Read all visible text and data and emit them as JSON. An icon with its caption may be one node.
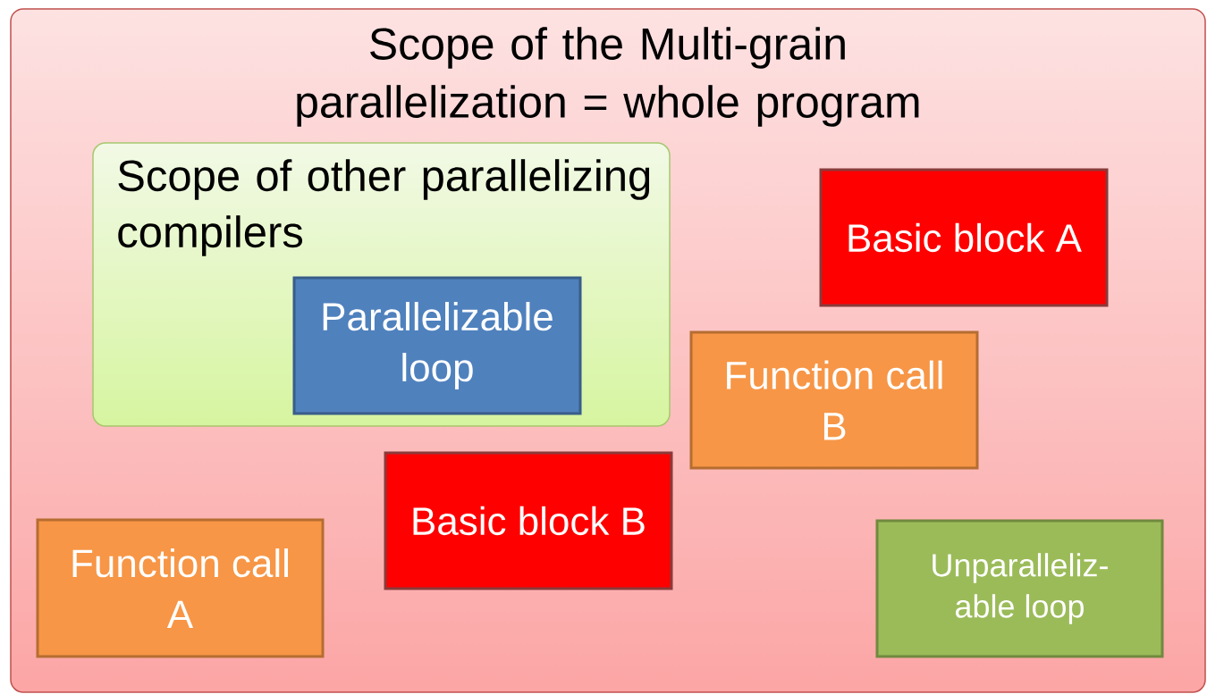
{
  "diagram": {
    "nodes": [
      {
        "text": [
          "Scope of the Multi-grain parallelization = whole program"
        ]
      },
      {
        "text": [
          "Scope of other parallelizing compilers"
        ],
        "in": 0
      },
      {
        "text": [
          "Parallelizable loop"
        ],
        "in": 1
      },
      {
        "text": [
          "Basic block A"
        ],
        "in": 0
      },
      {
        "text": [
          "Function call B"
        ],
        "in": 0
      },
      {
        "text": [
          "Basic block B"
        ],
        "in": 0
      },
      {
        "text": [
          "Function call A"
        ],
        "in": 0
      },
      {
        "text": [
          "Unparalleliz-able loop"
        ],
        "in": 0
      }
    ]
  }
}
